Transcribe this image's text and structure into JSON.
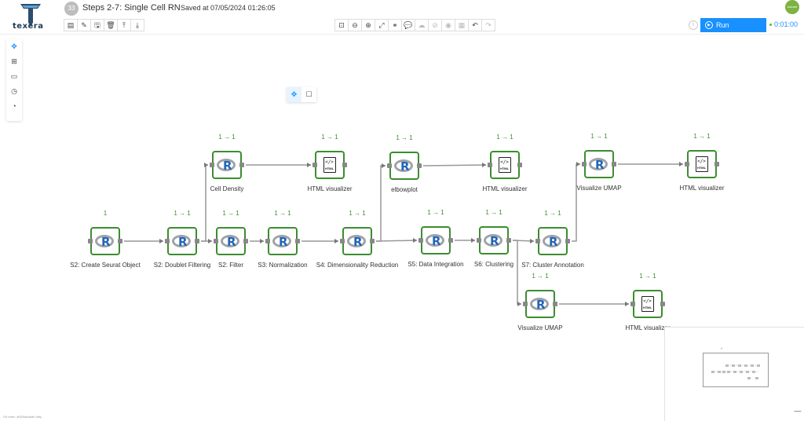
{
  "app": {
    "logo_text": "texera"
  },
  "workflow": {
    "id": "33",
    "name": "Steps 2-7: Single Cell RN",
    "saved_text": "Saved at 07/05/2024 01:26:05"
  },
  "user": {
    "badge": "kunwei"
  },
  "toolbar_left": [
    {
      "name": "workflow-info-icon",
      "glyph": "▤"
    },
    {
      "name": "edit-icon",
      "glyph": "✎"
    },
    {
      "name": "save-icon",
      "glyph": "🖫"
    },
    {
      "name": "delete-icon",
      "glyph": "🗑"
    },
    {
      "name": "export-icon",
      "glyph": "⤒"
    },
    {
      "name": "download-icon",
      "glyph": "⤓"
    }
  ],
  "toolbar_mid": [
    {
      "name": "fit-screen-icon",
      "glyph": "⊡",
      "disabled": false
    },
    {
      "name": "zoom-out-icon",
      "glyph": "⊖",
      "disabled": false
    },
    {
      "name": "zoom-in-icon",
      "glyph": "⊕",
      "disabled": false
    },
    {
      "name": "fullscreen-icon",
      "glyph": "⤢",
      "disabled": false
    },
    {
      "name": "share-icon",
      "glyph": "⚭",
      "disabled": false
    },
    {
      "name": "comment-icon",
      "glyph": "💬",
      "disabled": false
    },
    {
      "name": "cloud-icon",
      "glyph": "☁",
      "disabled": true
    },
    {
      "name": "disable-icon",
      "glyph": "⊘",
      "disabled": true
    },
    {
      "name": "view-icon",
      "glyph": "◉",
      "disabled": true
    },
    {
      "name": "cache-icon",
      "glyph": "▦",
      "disabled": true
    },
    {
      "name": "undo-icon",
      "glyph": "↶",
      "disabled": false
    },
    {
      "name": "redo-icon",
      "glyph": "↷",
      "disabled": true
    }
  ],
  "run": {
    "label": "Run",
    "elapsed": "0:01:00"
  },
  "left_panel": [
    {
      "name": "operator-menu-icon",
      "glyph": "✥",
      "active": true
    },
    {
      "name": "components-icon",
      "glyph": "⊞",
      "active": false
    },
    {
      "name": "calendar-icon",
      "glyph": "▭",
      "active": false
    },
    {
      "name": "history-icon",
      "glyph": "◷",
      "active": false
    },
    {
      "name": "dashboard-icon",
      "glyph": "◔",
      "active": false
    }
  ],
  "mode_buttons": [
    {
      "name": "pan-mode-icon",
      "glyph": "✥",
      "active": true
    },
    {
      "name": "select-mode-icon",
      "glyph": "☐",
      "active": false
    }
  ],
  "nodes": [
    {
      "id": "n1",
      "kind": "r",
      "label": "S2: Create Seurat Object",
      "count": "1"
    },
    {
      "id": "n2",
      "kind": "r",
      "label": "S2: Doublet Filtering",
      "count": "1 → 1"
    },
    {
      "id": "n3",
      "kind": "r",
      "label": "Cell Density",
      "count": "1 → 1"
    },
    {
      "id": "n4",
      "kind": "html",
      "label": "HTML visualizer",
      "count": "1 → 1"
    },
    {
      "id": "n5",
      "kind": "r",
      "label": "S2: Filter",
      "count": "1 → 1"
    },
    {
      "id": "n6",
      "kind": "r",
      "label": "S3: Normalization",
      "count": "1 → 1"
    },
    {
      "id": "n7",
      "kind": "r",
      "label": "S4: Dimensionality Reduction",
      "count": "1 → 1"
    },
    {
      "id": "n8",
      "kind": "r",
      "label": "elbowplot",
      "count": "1 → 1"
    },
    {
      "id": "n9",
      "kind": "html",
      "label": "HTML visualizer",
      "count": "1 → 1"
    },
    {
      "id": "n10",
      "kind": "r",
      "label": "S5: Data Integration",
      "count": "1 → 1"
    },
    {
      "id": "n11",
      "kind": "r",
      "label": "S6: Clustering",
      "count": "1 → 1"
    },
    {
      "id": "n12",
      "kind": "r",
      "label": "S7: Cluster Annotation",
      "count": "1 → 1"
    },
    {
      "id": "n13",
      "kind": "r",
      "label": "Visualize UMAP",
      "count": "1 → 1"
    },
    {
      "id": "n14",
      "kind": "html",
      "label": "HTML visualizer",
      "count": "1 → 1"
    },
    {
      "id": "n15",
      "kind": "r",
      "label": "Visualize UMAP",
      "count": "1 → 1"
    },
    {
      "id": "n16",
      "kind": "html",
      "label": "HTML visualizer",
      "count": "1 → 1"
    }
  ],
  "edges": [
    [
      "n1",
      "n2"
    ],
    [
      "n2",
      "n3"
    ],
    [
      "n2",
      "n5"
    ],
    [
      "n3",
      "n4"
    ],
    [
      "n5",
      "n6"
    ],
    [
      "n6",
      "n7"
    ],
    [
      "n7",
      "n8"
    ],
    [
      "n7",
      "n10"
    ],
    [
      "n8",
      "n9"
    ],
    [
      "n10",
      "n11"
    ],
    [
      "n11",
      "n12"
    ],
    [
      "n11",
      "n15"
    ],
    [
      "n12",
      "n13"
    ],
    [
      "n13",
      "n14"
    ],
    [
      "n15",
      "n16"
    ]
  ],
  "node_glyphs": {
    "r_letter": "R",
    "html_tag": "</>",
    "html_word": "HTML"
  },
  "minimap": {
    "marker": "•"
  },
  "footer": {
    "text": "Git hash: af000abaddb dirty"
  },
  "colors": {
    "accent": "#1890ff",
    "node_border": "#3c8d2f",
    "edge": "#999999"
  }
}
